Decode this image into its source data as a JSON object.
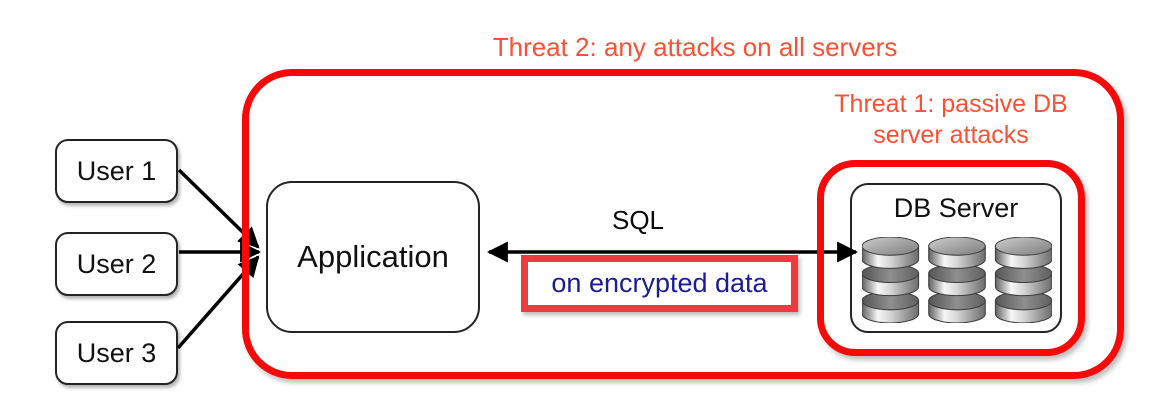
{
  "users": [
    {
      "label": "User 1"
    },
    {
      "label": "User 2"
    },
    {
      "label": "User 3"
    }
  ],
  "application": {
    "label": "Application"
  },
  "db_server": {
    "label": "DB Server",
    "icon": "database-cylinders-icon",
    "disk_stacks": 3
  },
  "threat2": {
    "label": "Threat 2: any attacks on all servers"
  },
  "threat1": {
    "lines": [
      "Threat 1: passive DB",
      "server attacks"
    ]
  },
  "connection": {
    "protocol": "SQL",
    "annotation": "on encrypted data"
  },
  "colors": {
    "threat_outline": "#f60909",
    "threat_text": "#fa5136",
    "annotation_border": "#ed3a3f",
    "annotation_text": "#1b1b96",
    "arrow": "#000000"
  }
}
